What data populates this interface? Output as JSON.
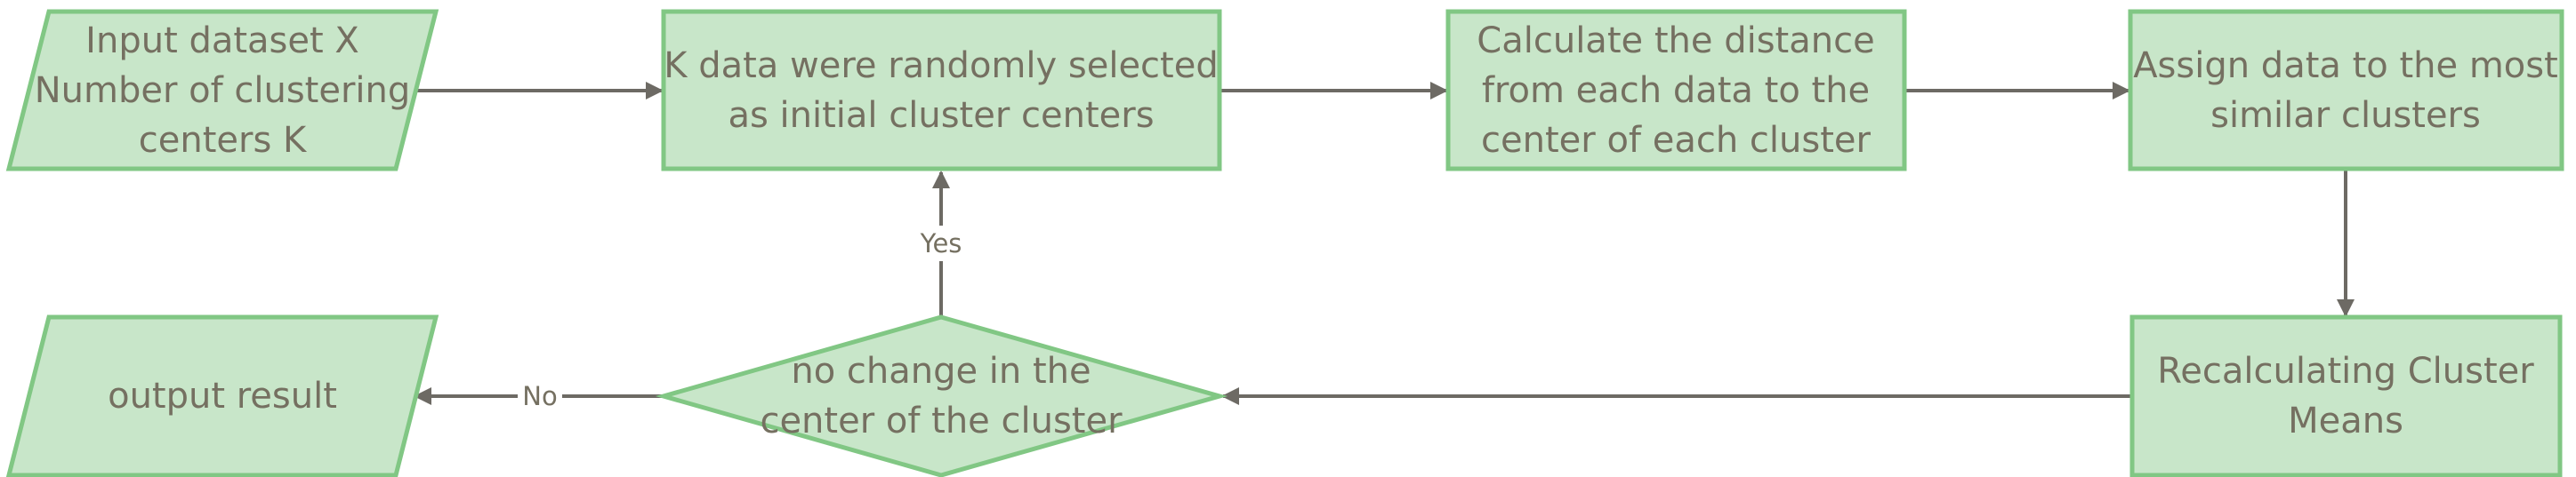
{
  "colors": {
    "node_fill": "#c8e6c9",
    "node_stroke": "#81c784",
    "node_text": "#757061",
    "edge": "#6d6a64",
    "edge_label": "#757061"
  },
  "nodes": {
    "input": {
      "lines": [
        "Input dataset X",
        "Number of clustering",
        "centers K"
      ]
    },
    "select": {
      "lines": [
        "K data were randomly selected",
        "as initial cluster centers"
      ]
    },
    "distance": {
      "lines": [
        "Calculate the distance",
        "from each data to the",
        "center of each cluster"
      ]
    },
    "assign": {
      "lines": [
        "Assign data to the most",
        "similar clusters"
      ]
    },
    "recalc": {
      "lines": [
        "Recalculating Cluster",
        "Means"
      ]
    },
    "decision": {
      "lines": [
        "no change in the",
        "center of the cluster"
      ]
    },
    "output": {
      "lines": [
        "output result"
      ]
    }
  },
  "edges": {
    "yes_label": "Yes",
    "no_label": "No"
  }
}
